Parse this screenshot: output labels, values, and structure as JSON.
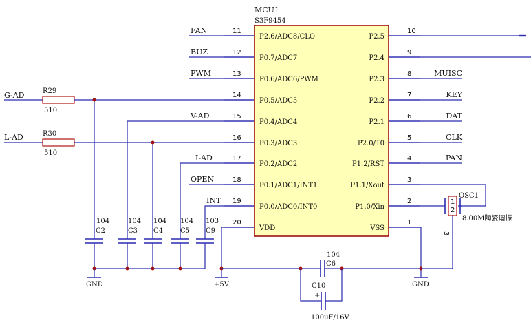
{
  "chip": {
    "designator": "MCU1",
    "part": "S3F9454",
    "left_pins": [
      {
        "num": "11",
        "name": "P2.6/ADC8/CLO",
        "net": "FAN"
      },
      {
        "num": "12",
        "name": "P0.7/ADC7",
        "net": "BUZ"
      },
      {
        "num": "13",
        "name": "P0.6/ADC6/PWM",
        "net": "PWM"
      },
      {
        "num": "14",
        "name": "P0.5/ADC5",
        "net": ""
      },
      {
        "num": "15",
        "name": "P0.4/ADC4",
        "net": "V-AD"
      },
      {
        "num": "16",
        "name": "P0.3/ADC3",
        "net": ""
      },
      {
        "num": "17",
        "name": "P0.2/ADC2",
        "net": "I-AD"
      },
      {
        "num": "18",
        "name": "P0.1/ADC1/INT1",
        "net": "OPEN"
      },
      {
        "num": "19",
        "name": "P0.0/ADC0/INT0",
        "net": "INT"
      },
      {
        "num": "20",
        "name": "VDD",
        "net": ""
      }
    ],
    "right_pins": [
      {
        "num": "10",
        "name": "P2.5",
        "net": ""
      },
      {
        "num": "9",
        "name": "P2.4",
        "net": ""
      },
      {
        "num": "8",
        "name": "P2.3",
        "net": "MUISC"
      },
      {
        "num": "7",
        "name": "P2.2",
        "net": "KEY"
      },
      {
        "num": "6",
        "name": "P2.1",
        "net": "DAT"
      },
      {
        "num": "5",
        "name": "P2.0/T0",
        "net": "CLK"
      },
      {
        "num": "4",
        "name": "P1.2/RST",
        "net": "PAN"
      },
      {
        "num": "3",
        "name": "P1.1/Xout",
        "net": ""
      },
      {
        "num": "2",
        "name": "P1.0/Xin",
        "net": ""
      },
      {
        "num": "1",
        "name": "VSS",
        "net": ""
      }
    ]
  },
  "inputs": [
    {
      "net": "G-AD",
      "resistor": "R29",
      "value": "510"
    },
    {
      "net": "L-AD",
      "resistor": "R30",
      "value": "510"
    }
  ],
  "capacitors": [
    {
      "ref": "C2",
      "value": "104"
    },
    {
      "ref": "C3",
      "value": "104"
    },
    {
      "ref": "C4",
      "value": "104"
    },
    {
      "ref": "C5",
      "value": "104"
    },
    {
      "ref": "C9",
      "value": "103"
    }
  ],
  "supply": {
    "gnd_left": "GND",
    "vcc": "+5V",
    "gnd_right": "GND",
    "c6_value": "104",
    "c6_ref": "C6",
    "c10_ref": "C10",
    "c10_value": "100uF/16V"
  },
  "crystal": {
    "ref": "OSC1",
    "label": "8.00M陶瓷谐振",
    "pin1": "1",
    "pin2": "2",
    "pin3": "3"
  }
}
